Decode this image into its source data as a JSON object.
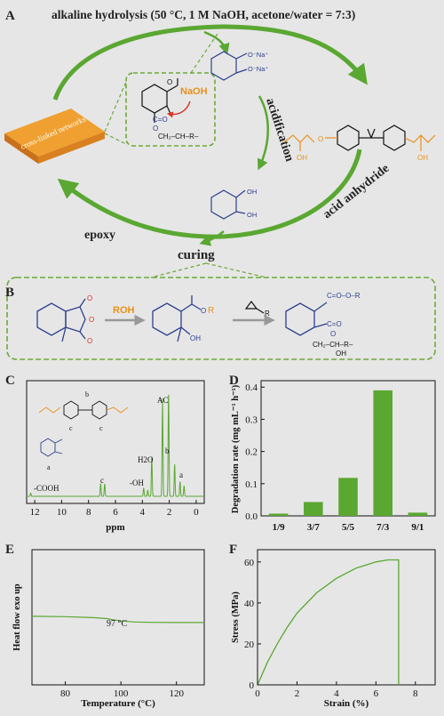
{
  "panel_labels": {
    "a": "A",
    "b": "B",
    "c": "C",
    "d": "D",
    "e": "E",
    "f": "F"
  },
  "panel_a": {
    "title": "alkaline hydrolysis (50 °C, 1 M NaOH, acetone/water = 7:3)",
    "acidification": "acidification",
    "acid_anhydride": "acid anhydride",
    "epoxy": "epoxy",
    "curing": "curing",
    "networks": "cross-linked networks",
    "naoh": "NaOH",
    "na1": "O⁻Na⁺",
    "na2": "O⁻Na⁺",
    "oh": "OH"
  },
  "panel_b": {
    "roh": "ROH",
    "r": "R",
    "oh": "OH"
  },
  "colors": {
    "green": "#5aa732",
    "orange": "#e8911a",
    "blue": "#2e3f8f",
    "dash": "#6ea838",
    "red": "#d93226"
  },
  "chart_data": [
    {
      "panel": "C",
      "type": "line",
      "xlabel": "ppm",
      "xticks": [
        12,
        10,
        8,
        6,
        4,
        2,
        0
      ],
      "annotations": [
        "-COOH",
        "c",
        "-OH",
        "H2O",
        "AC",
        "b",
        "a"
      ],
      "inset_labels": [
        "b",
        "c",
        "c",
        "a"
      ],
      "peaks": [
        {
          "x": 12.3,
          "height": 0.03
        },
        {
          "x": 7.1,
          "height": 0.12
        },
        {
          "x": 6.8,
          "height": 0.12
        },
        {
          "x": 3.9,
          "height": 0.08
        },
        {
          "x": 3.6,
          "height": 0.06
        },
        {
          "x": 3.3,
          "height": 0.38
        },
        {
          "x": 2.5,
          "height": 0.92
        },
        {
          "x": 2.05,
          "height": 1.0
        },
        {
          "x": 1.6,
          "height": 0.3
        },
        {
          "x": 1.2,
          "height": 0.14
        },
        {
          "x": 0.9,
          "height": 0.1
        }
      ]
    },
    {
      "panel": "D",
      "type": "bar",
      "ylabel": "Degradation rate (mg mL⁻¹ h⁻¹)",
      "categories": [
        "1/9",
        "3/7",
        "5/5",
        "7/3",
        "9/1"
      ],
      "values": [
        0.007,
        0.043,
        0.118,
        0.39,
        0.01
      ],
      "ylim": [
        0,
        0.42
      ],
      "yticks": [
        "0.0",
        "0.1",
        "0.2",
        "0.3",
        "0.4"
      ]
    },
    {
      "panel": "E",
      "type": "line",
      "xlabel": "Temperature (°C)",
      "ylabel": "Heat flow exo up",
      "annotation": "97 °C",
      "xlim": [
        68,
        130
      ],
      "xticks": [
        80,
        100,
        120
      ],
      "x": [
        68,
        80,
        90,
        95,
        97,
        100,
        105,
        110,
        120,
        130
      ],
      "y": [
        0.62,
        0.615,
        0.6,
        0.585,
        0.57,
        0.55,
        0.535,
        0.53,
        0.528,
        0.527
      ]
    },
    {
      "panel": "F",
      "type": "line",
      "xlabel": "Strain (%)",
      "ylabel": "Stress (MPa)",
      "xlim": [
        0,
        9
      ],
      "ylim": [
        0,
        66
      ],
      "xticks": [
        0,
        2,
        4,
        6,
        8
      ],
      "yticks": [
        0,
        20,
        40,
        60
      ],
      "x": [
        0,
        0.5,
        1,
        1.5,
        2,
        3,
        4,
        5,
        6,
        6.6,
        7.1,
        7.15,
        7.15
      ],
      "y": [
        0,
        11,
        20,
        28,
        35,
        45,
        52,
        57,
        60,
        61,
        61,
        61,
        0
      ]
    }
  ]
}
